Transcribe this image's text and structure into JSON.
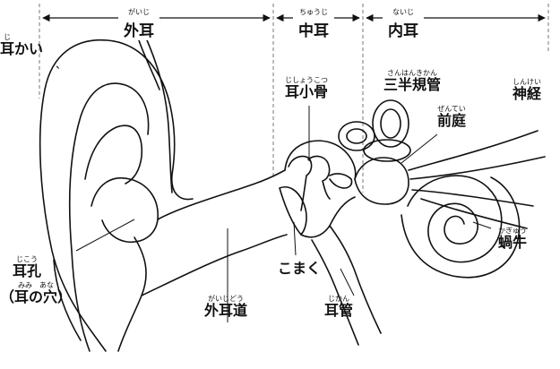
{
  "sections": {
    "outer": {
      "ruby": "がいじ",
      "label": "外耳"
    },
    "middle": {
      "ruby": "ちゅうじ",
      "label": "中耳"
    },
    "inner": {
      "ruby": "ないじ",
      "label": "内耳"
    }
  },
  "labels": {
    "auricle": {
      "ruby": "じ",
      "label": "耳かい",
      "extra": "、"
    },
    "ossicles": {
      "ruby": "じしょうこつ",
      "label": "耳小骨"
    },
    "canals": {
      "ruby": "さんはんきかん",
      "label": "三半規管"
    },
    "vestibule": {
      "ruby": "ぜんてい",
      "label": "前庭"
    },
    "nerve": {
      "ruby": "しんけい",
      "label": "神経"
    },
    "cochlea": {
      "ruby": "かぎゅう",
      "label": "蝸牛"
    },
    "earhole": {
      "ruby": "じこう",
      "label": "耳孔"
    },
    "earhole_alt": {
      "ruby": "みみ　あな",
      "label": "（耳の穴）"
    },
    "eardrum": {
      "label": "こまく"
    },
    "ear_canal": {
      "ruby": "がいじどう",
      "label": "外耳道"
    },
    "eustachian": {
      "ruby": "じかん",
      "label": "耳管"
    }
  },
  "colors": {
    "line": "#111111",
    "guide": "#666666",
    "background": "#ffffff"
  }
}
